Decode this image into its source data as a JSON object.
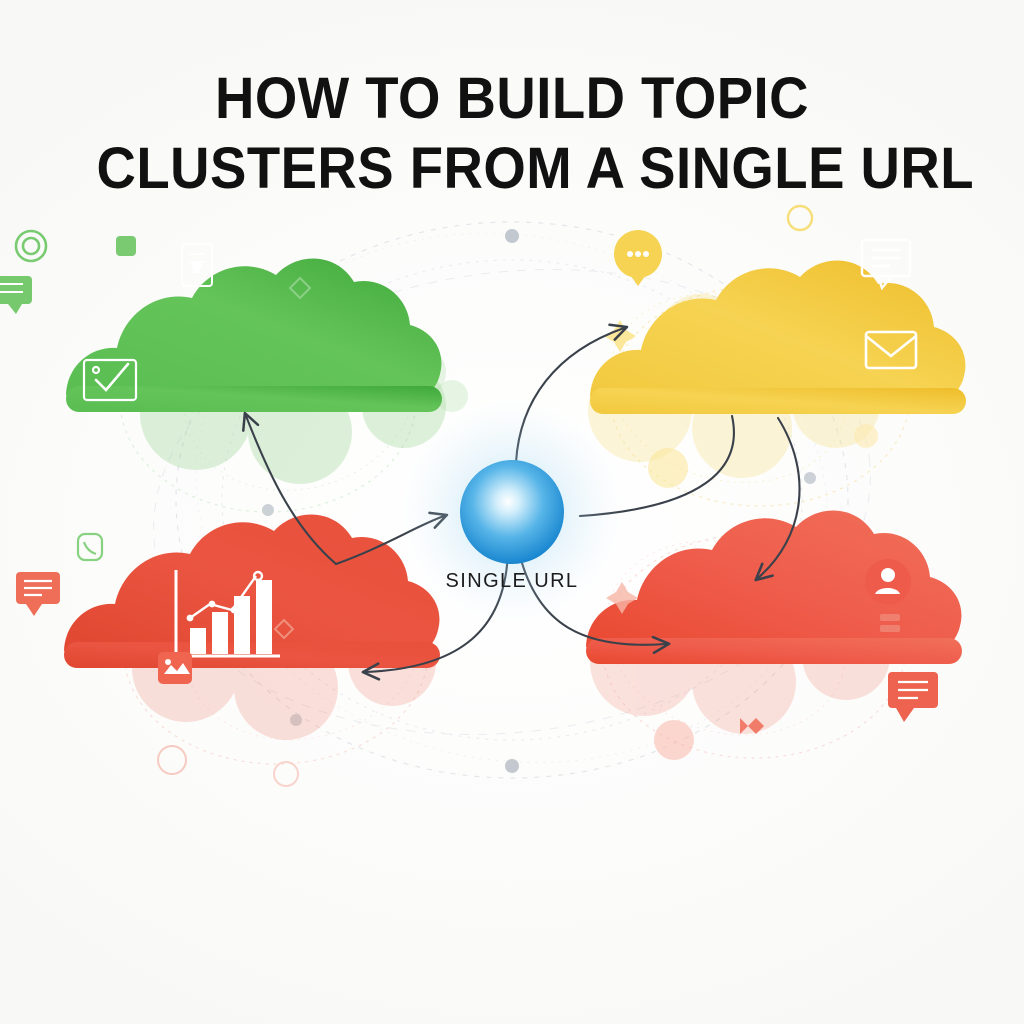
{
  "poster": {
    "background_color": "#fcfcfb",
    "title": {
      "line1": "HOW TO BUILD TOPIC",
      "line2": "CLUSTERS FROM A SINGLE URL",
      "color": "#111111"
    }
  },
  "diagram": {
    "type": "hub-and-spoke",
    "center": {
      "label": "SINGLE URL",
      "shape": "sphere",
      "color_center": "#cdeefc",
      "color_edge": "#1787d1"
    },
    "connector": {
      "color": "#3a414b",
      "style": "curved-arrow",
      "count": 4
    },
    "clusters": [
      {
        "id": "cluster-green",
        "position": "top-left",
        "color": "#5fbf55",
        "color_dark": "#43a83c",
        "icons": [
          "checklist-icon",
          "chat-bubble-icon",
          "circle-outline-icon",
          "document-icon",
          "square-icon",
          "phone-icon"
        ]
      },
      {
        "id": "cluster-yellow",
        "position": "top-right",
        "color": "#f3ce44",
        "color_dark": "#e9bd2c",
        "icons": [
          "ellipsis-bubble-icon",
          "message-lines-icon",
          "envelope-icon",
          "sparkle-icon",
          "circle-outline-icon"
        ]
      },
      {
        "id": "cluster-red-left",
        "position": "bottom-left",
        "color": "#e8503a",
        "color_dark": "#d8402c",
        "icons": [
          "bar-chart-icon",
          "message-lines-icon",
          "image-icon",
          "circle-outline-icon",
          "diamond-icon"
        ]
      },
      {
        "id": "cluster-red-right",
        "position": "bottom-right",
        "color": "#ef5b4a",
        "color_dark": "#e0432f",
        "icons": [
          "user-avatar-icon",
          "message-lines-icon",
          "list-icon",
          "sparkle-icon",
          "star-icon"
        ]
      }
    ],
    "decor": {
      "orbit_dash_color": "#d9dde2",
      "dot_color": "#b9c0c8"
    }
  }
}
